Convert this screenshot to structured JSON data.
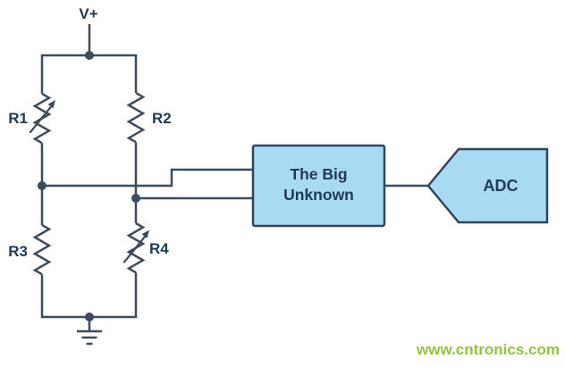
{
  "labels": {
    "supply": "V+",
    "r1": "R1",
    "r2": "R2",
    "r3": "R3",
    "r4": "R4",
    "box_line1": "The Big",
    "box_line2": "Unknown",
    "adc": "ADC"
  },
  "watermark": "www.cntronics.com",
  "colors": {
    "line": "#3d4c5c",
    "text": "#213a57",
    "block_fill": "#a8daf3",
    "block_border": "#31455c",
    "watermark": "#8cc63f",
    "background": "#ffffff"
  }
}
